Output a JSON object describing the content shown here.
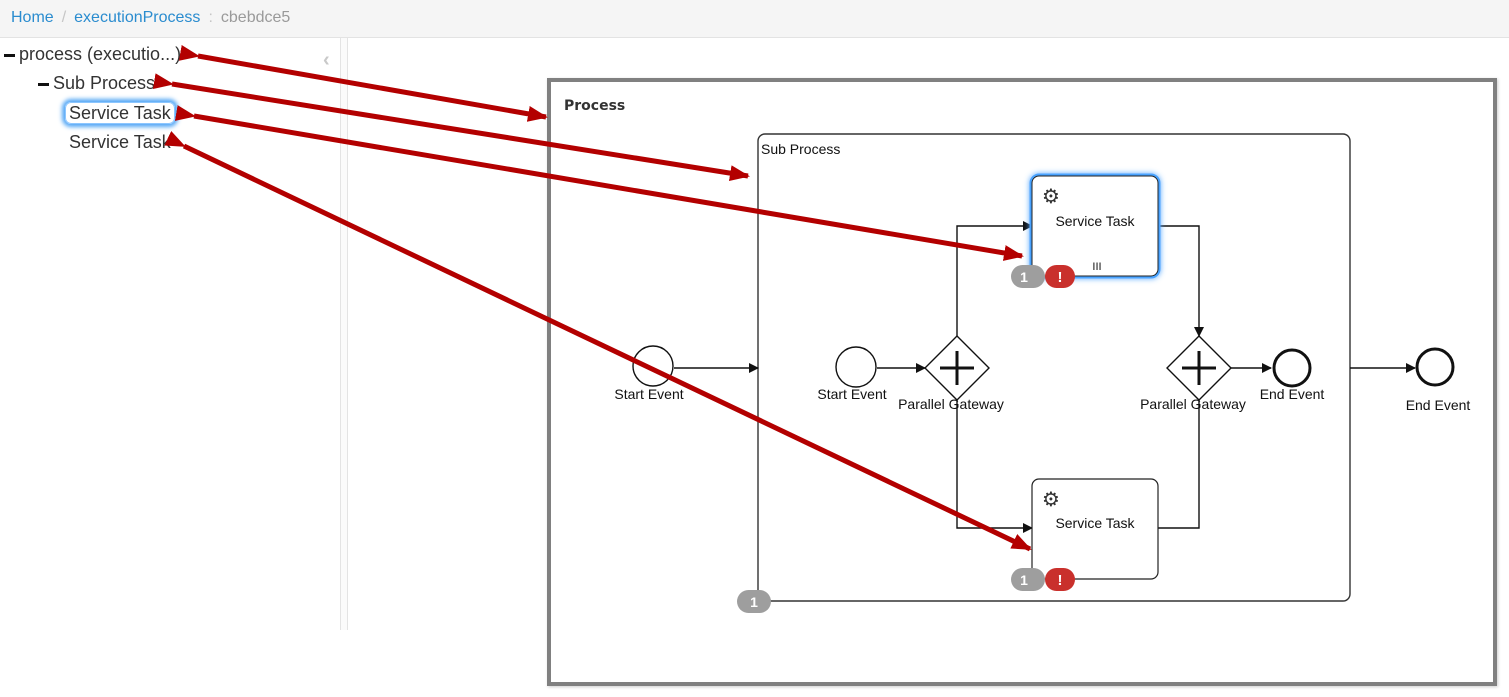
{
  "breadcrumb": {
    "home": "Home",
    "process": "executionProcess",
    "separator": "/",
    "colon": ":",
    "instance_id": "cbebdce5"
  },
  "tree": {
    "root_label": "process (executio...)",
    "sub_process_label": "Sub Process",
    "items": [
      {
        "label": "Service Task",
        "selected": true
      },
      {
        "label": "Service Task",
        "selected": false
      }
    ],
    "collapse_icon": "chevron-left-icon"
  },
  "diagram": {
    "process_label": "Process",
    "sub_process_label": "Sub Process",
    "start_event_outer": "Start Event",
    "start_event_inner": "Start Event",
    "gateway_split": "Parallel Gateway",
    "gateway_join": "Parallel Gateway",
    "end_event_inner": "End Event",
    "end_event_outer": "End Event",
    "task_top": {
      "label": "Service Task",
      "count_badge": "1",
      "error_badge": "!",
      "marker": "III",
      "icon": "gear-icon"
    },
    "task_bottom": {
      "label": "Service Task",
      "count_badge": "1",
      "error_badge": "!",
      "icon": "gear-icon"
    },
    "sub_process_badge": "1"
  },
  "colors": {
    "link": "#2a8ccf",
    "annotation_arrow": "#b30000",
    "selection_glow": "#54a7f5",
    "badge_count": "#9e9e9e",
    "badge_error": "#c9302c"
  }
}
